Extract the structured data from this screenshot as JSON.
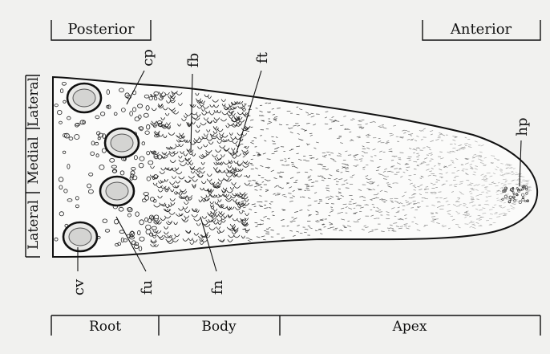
{
  "regions": {
    "posterior": "Posterior",
    "anterior": "Anterior",
    "lateral_top": "Lateral",
    "medial": "Medial",
    "lateral_bottom": "Lateral",
    "root": "Root",
    "body": "Body",
    "apex": "Apex"
  },
  "labels": {
    "cp": "cp",
    "fb": "fb",
    "ft": "ft",
    "hp": "hp",
    "cv": "cv",
    "fu": "fu",
    "fn": "fn"
  },
  "colors": {
    "background": "#f1f1ef",
    "tongue_fill": "#fbfbfa",
    "ink": "#111111"
  }
}
